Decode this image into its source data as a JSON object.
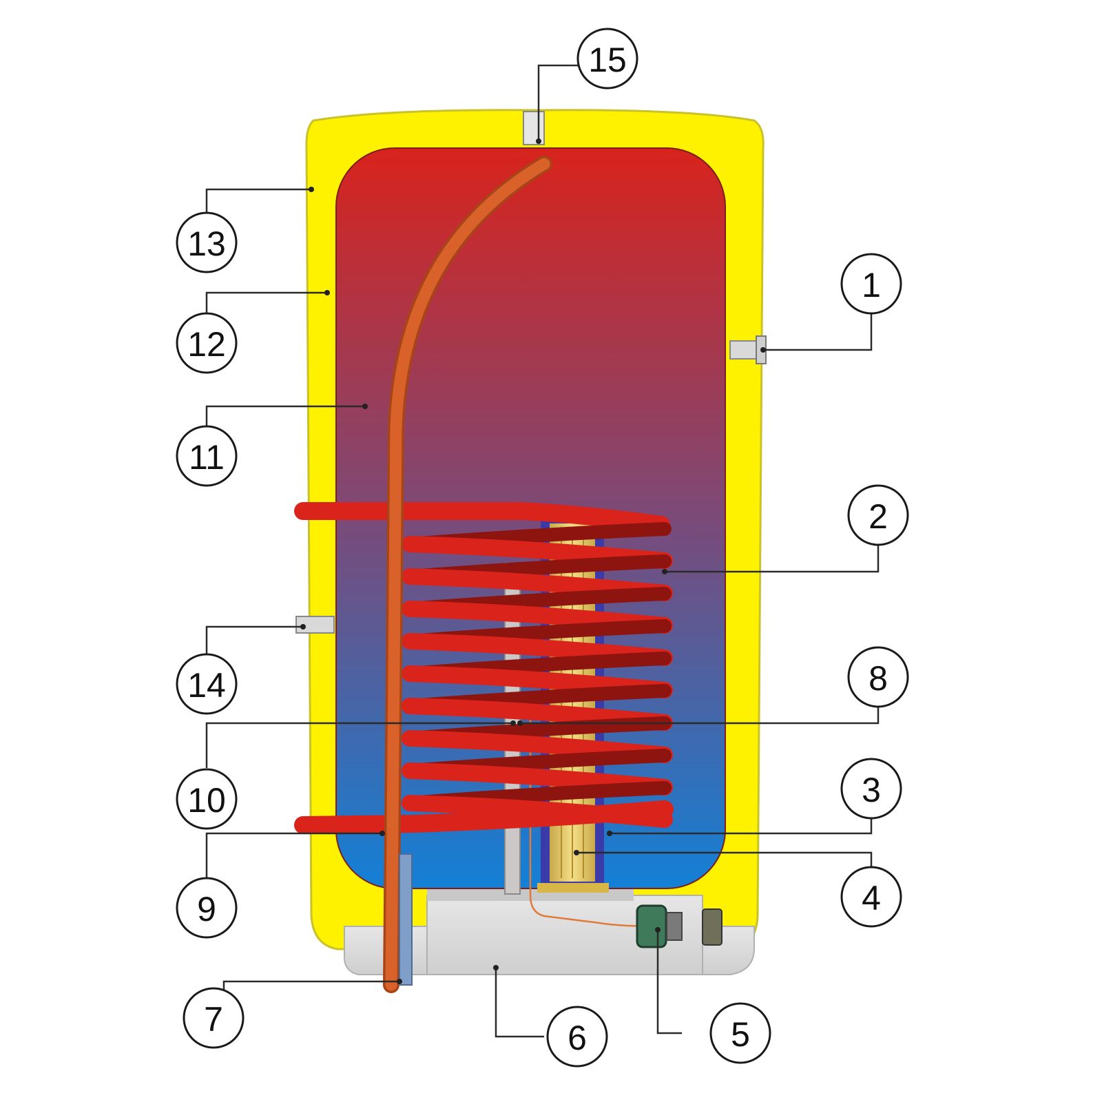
{
  "colors": {
    "insulation": "#fff200",
    "insulation_edge": "#c9c22a",
    "tank_top": "#d8231c",
    "tank_mid": "#7b4a78",
    "tank_bottom": "#1380d6",
    "coil": "#d9231b",
    "coil_dark": "#8e1410",
    "dip_tube": "#d9612a",
    "anode": "#cdc8c8",
    "heater": "#e9cf6a",
    "heater_housing": "#3a3aa8",
    "base": "#dcdcdc",
    "thermostat": "#3f7a5a"
  },
  "callouts": {
    "c1": "1",
    "c2": "2",
    "c3": "3",
    "c4": "4",
    "c5": "5",
    "c6": "6",
    "c7": "7",
    "c8": "8",
    "c9": "9",
    "c10": "10",
    "c11": "11",
    "c12": "12",
    "c13": "13",
    "c14": "14",
    "c15": "15"
  }
}
